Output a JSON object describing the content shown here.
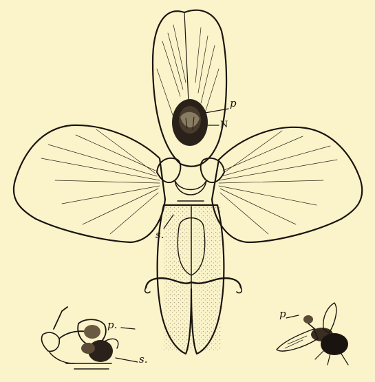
{
  "labels": {
    "pollinia_upper": "p",
    "nectary": "N",
    "stigma_main": "s.",
    "pollinia_small_flower": "p.",
    "stigma_small_flower": "s.",
    "pollinia_insect": "p"
  },
  "colors": {
    "paper": "#fbf3c9",
    "ink": "#1a1410"
  }
}
